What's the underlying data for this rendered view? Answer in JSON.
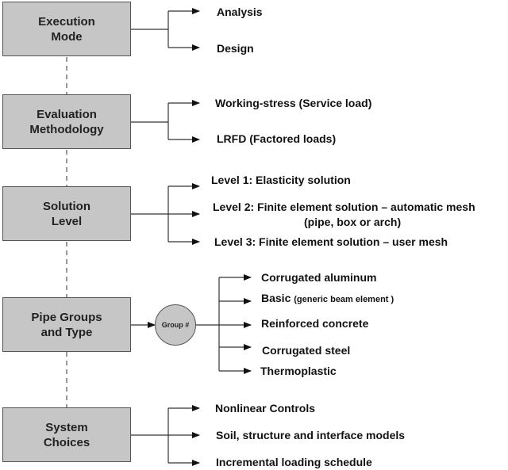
{
  "stages": [
    {
      "label": "Execution\nMode",
      "options": [
        "Analysis",
        "Design"
      ]
    },
    {
      "label": "Evaluation\nMethodology",
      "options": [
        "Working-stress (Service load)",
        "LRFD  (Factored loads)"
      ]
    },
    {
      "label": "Solution\nLevel",
      "options": [
        "Level 1: Elasticity solution",
        "Level 2: Finite element solution – automatic mesh",
        "Level 3: Finite element solution – user mesh"
      ],
      "option2_note": "(pipe, box or arch)"
    },
    {
      "label": "Pipe Groups\nand Type",
      "options": [
        "Corrugated aluminum",
        "Basic",
        "Reinforced concrete",
        "Corrugated steel",
        "Thermoplastic"
      ],
      "option2_note": "(generic beam element )"
    },
    {
      "label": "System\nChoices",
      "options": [
        "Nonlinear Controls",
        "Soil, structure and interface models",
        "Incremental loading schedule"
      ]
    }
  ],
  "group_node": "Group #"
}
